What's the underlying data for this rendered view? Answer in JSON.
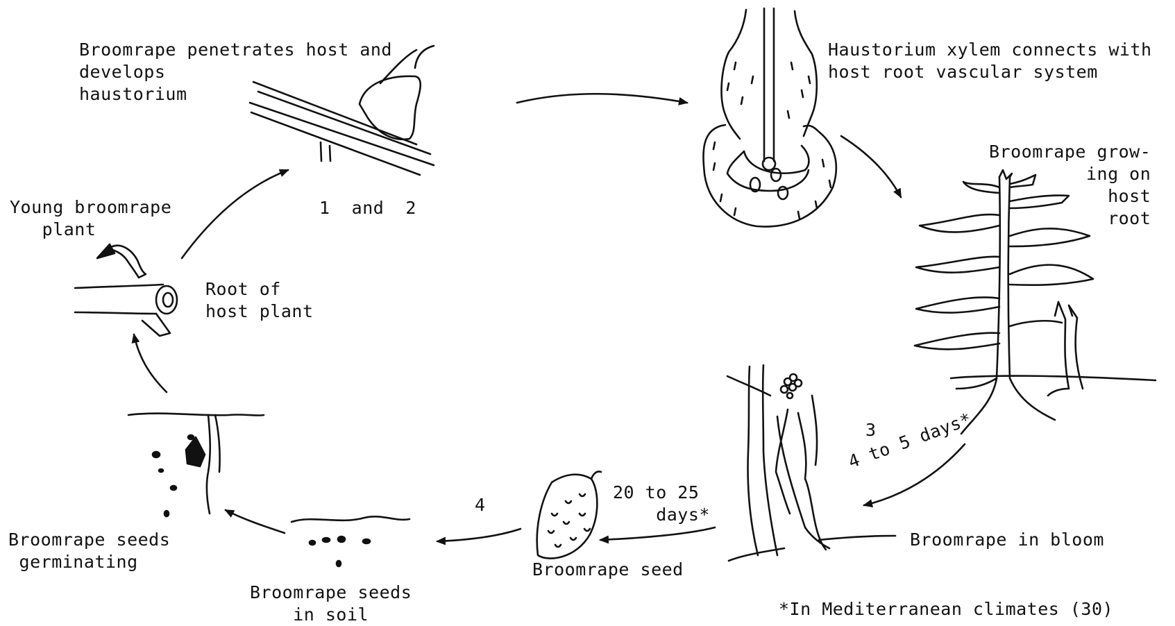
{
  "labels": {
    "penetrates": "Broomrape penetrates host and\ndevelops\nhaustorium",
    "stage12": "1  and  2",
    "xylem": "Haustorium xylem connects with\nhost root vascular system",
    "growing": "Broomrape grow-\n ing on\n host\n root",
    "young": "Young broomrape\n   plant",
    "root": "Root of\nhost plant",
    "stage3": "3",
    "days45": "4 to 5 days*",
    "bloom": "Broomrape in bloom",
    "days2025": "20 to 25\n    days*",
    "stage4": "4",
    "seed": "Broomrape seed",
    "soil": "Broomrape seeds\n    in soil",
    "germinating": "Broomrape seeds\n germinating",
    "footnote": "*In Mediterranean climates (30)"
  }
}
